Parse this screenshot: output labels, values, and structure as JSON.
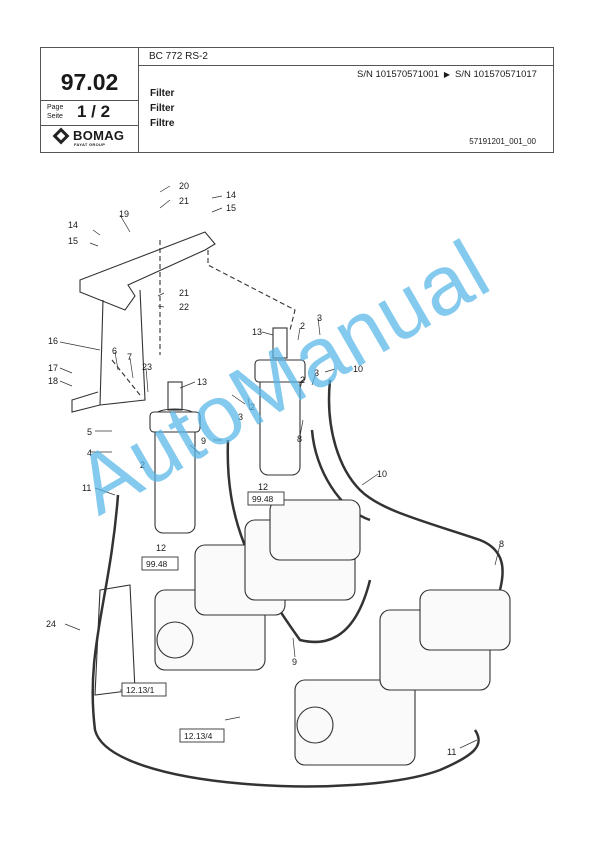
{
  "header": {
    "model": "BC 772 RS-2",
    "page_code": "97.02",
    "page_label_en": "Page",
    "page_label_de": "Seite",
    "page_number": "1 / 2",
    "serial_from": "S/N 101570571001",
    "serial_arrow": "▶",
    "serial_to": "S/N 101570571017",
    "titles": [
      "Filter",
      "Filter",
      "Filtre"
    ],
    "document_number": "57191201_001_00",
    "logo_text": "BOMAG",
    "logo_subtext": "FAYAT GROUP"
  },
  "callouts": [
    "20",
    "21",
    "14",
    "15",
    "19",
    "14",
    "15",
    "21",
    "22",
    "13",
    "2",
    "3",
    "16",
    "6",
    "7",
    "23",
    "13",
    "17",
    "18",
    "5",
    "2",
    "3",
    "2",
    "3",
    "10",
    "4",
    "2",
    "9",
    "8",
    "11",
    "12",
    "99.48",
    "12",
    "99.48",
    "10",
    "8",
    "24",
    "9",
    "12.13/1",
    "12.13/4",
    "11"
  ],
  "watermark": "AutoManual"
}
